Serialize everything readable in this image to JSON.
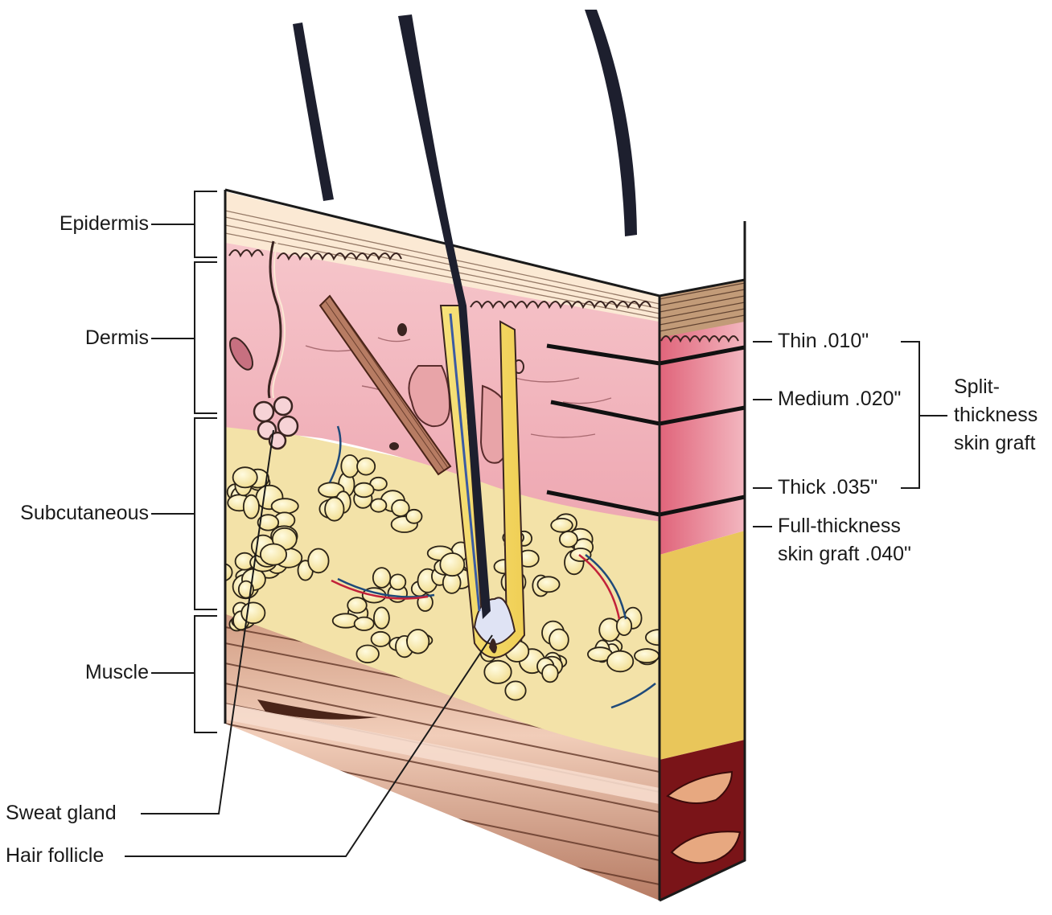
{
  "colors": {
    "epidermis": "#fbe9d4",
    "dermis": "#f2b3bc",
    "dermis_dark": "#e2788a",
    "fat_cell": "#fbefb5",
    "fat_outline": "#2b2317",
    "muscle": "#b77c63",
    "muscle_light": "#f1cdb9",
    "hair": "#1d1f2e",
    "ink": "#1a1a1a"
  },
  "layer_labels": {
    "epidermis": "Epidermis",
    "dermis": "Dermis",
    "subcutaneous": "Subcutaneous",
    "muscle": "Muscle"
  },
  "structure_labels": {
    "sweat_gland": "Sweat gland",
    "hair_follicle": "Hair follicle"
  },
  "graft_depths": {
    "thin": "Thin .010\"",
    "medium": "Medium .020\"",
    "thick": "Thick .035\"",
    "full_line1": "Full-thickness",
    "full_line2": "skin graft .040\""
  },
  "split_graft": {
    "line1": "Split-",
    "line2": "thickness",
    "line3": "skin graft"
  }
}
